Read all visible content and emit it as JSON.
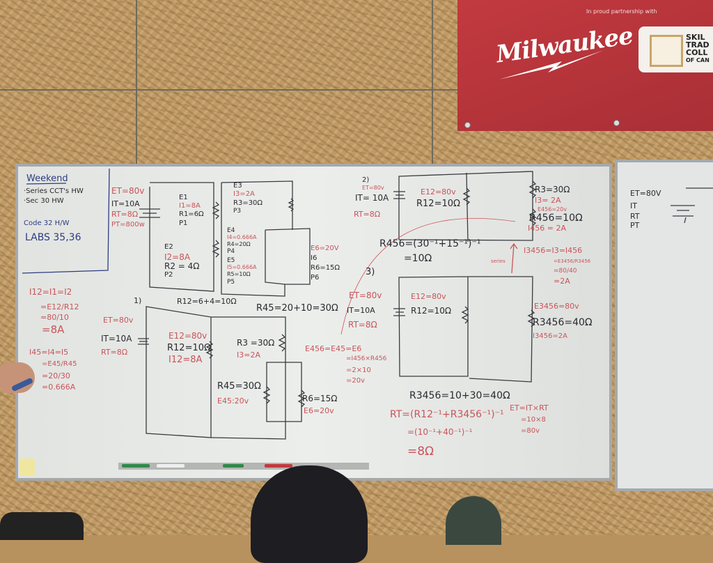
{
  "banner": {
    "tagline": "In proud partnership with",
    "brand_logo": "Milwaukee",
    "partner_logo_lines": [
      "SKIL",
      "TRAD",
      "COLL",
      "OF CAN"
    ]
  },
  "board": {
    "agenda": [
      {
        "text": "Weekend",
        "color": "blue"
      },
      {
        "text": "·Series CCT's HW",
        "color": "black"
      },
      {
        "text": "·Sec 30 HW",
        "color": "black"
      },
      {
        "text": "Code 32 H/W",
        "color": "blue"
      },
      {
        "text": "LABS 35,36",
        "color": "blue"
      }
    ],
    "top_circuit": [
      {
        "text": "ET=80v",
        "color": "red"
      },
      {
        "text": "IT=10A",
        "color": "black"
      },
      {
        "text": "RT=8Ω",
        "color": "red"
      },
      {
        "text": "PT=800w",
        "color": "red"
      },
      {
        "text": "E1",
        "color": "black"
      },
      {
        "text": "I1=8A",
        "color": "red"
      },
      {
        "text": "R1=6Ω",
        "color": "black"
      },
      {
        "text": "P1",
        "color": "black"
      },
      {
        "text": "E2",
        "color": "black"
      },
      {
        "text": "I2=8A",
        "color": "red"
      },
      {
        "text": "R2 = 4Ω",
        "color": "black"
      },
      {
        "text": "P2",
        "color": "black"
      },
      {
        "text": "E3",
        "color": "black"
      },
      {
        "text": "I3=2A",
        "color": "red"
      },
      {
        "text": "R3=30Ω",
        "color": "black"
      },
      {
        "text": "P3",
        "color": "black"
      },
      {
        "text": "E4",
        "color": "black"
      },
      {
        "text": "I4=0.666A",
        "color": "red"
      },
      {
        "text": "R4=20Ω",
        "color": "black"
      },
      {
        "text": "P4",
        "color": "black"
      },
      {
        "text": "E5",
        "color": "black"
      },
      {
        "text": "I5=0.666A",
        "color": "red"
      },
      {
        "text": "R5=10Ω",
        "color": "black"
      },
      {
        "text": "P5",
        "color": "black"
      },
      {
        "text": "E6=20V",
        "color": "red"
      },
      {
        "text": "I6",
        "color": "black"
      },
      {
        "text": "R6=15Ω",
        "color": "black"
      },
      {
        "text": "P6",
        "color": "black"
      }
    ],
    "left_formulas": [
      {
        "text": "I12=I1=I2",
        "color": "red"
      },
      {
        "text": "=E12/R12",
        "color": "red"
      },
      {
        "text": "=80/10",
        "color": "red"
      },
      {
        "text": "=8A",
        "color": "red"
      },
      {
        "text": "I45=I4=I5",
        "color": "red"
      },
      {
        "text": "=E45/R45",
        "color": "red"
      },
      {
        "text": "=20/30",
        "color": "red"
      },
      {
        "text": "=0.666A",
        "color": "red"
      }
    ],
    "circuit_1": [
      {
        "text": "1)",
        "color": "black"
      },
      {
        "text": "R12=6+4=10Ω",
        "color": "black"
      },
      {
        "text": "R45=20+10=30Ω",
        "color": "black"
      },
      {
        "text": "ET=80v",
        "color": "red"
      },
      {
        "text": "IT=10A",
        "color": "black"
      },
      {
        "text": "RT=8Ω",
        "color": "red"
      },
      {
        "text": "E12=80v",
        "color": "red"
      },
      {
        "text": "R12=10Ω",
        "color": "black"
      },
      {
        "text": "I12=8A",
        "color": "red"
      },
      {
        "text": "R3 =30Ω",
        "color": "black"
      },
      {
        "text": "I3=2A",
        "color": "red"
      },
      {
        "text": "R45=30Ω",
        "color": "black"
      },
      {
        "text": "E45:20v",
        "color": "red"
      },
      {
        "text": "R6=15Ω",
        "color": "black"
      },
      {
        "text": "E6=20v",
        "color": "red"
      }
    ],
    "circuit_2": [
      {
        "text": "2)",
        "color": "black"
      },
      {
        "text": "ET=80v",
        "color": "red"
      },
      {
        "text": "IT= 10A",
        "color": "black"
      },
      {
        "text": "RT=8Ω",
        "color": "red"
      },
      {
        "text": "E12=80v",
        "color": "red"
      },
      {
        "text": "R12=10Ω",
        "color": "black"
      },
      {
        "text": "R3=30Ω",
        "color": "black"
      },
      {
        "text": "I3= 2A",
        "color": "red"
      },
      {
        "text": "E456=20v",
        "color": "red"
      },
      {
        "text": "R456=10Ω",
        "color": "black"
      },
      {
        "text": "I456 = 2A",
        "color": "red"
      },
      {
        "text": "R456=(30⁻¹+15⁻¹)⁻¹",
        "color": "black"
      },
      {
        "text": "=10Ω",
        "color": "black"
      },
      {
        "text": "series",
        "color": "red"
      },
      {
        "text": "I3456=I3=I456",
        "color": "red"
      },
      {
        "text": "=E3456/R3456",
        "color": "red"
      },
      {
        "text": "=80/40",
        "color": "red"
      },
      {
        "text": "=2A",
        "color": "red"
      }
    ],
    "circuit_3": [
      {
        "text": "3)",
        "color": "black"
      },
      {
        "text": "ET=80v",
        "color": "red"
      },
      {
        "text": "IT=10A",
        "color": "black"
      },
      {
        "text": "RT=8Ω",
        "color": "red"
      },
      {
        "text": "E12=80v",
        "color": "red"
      },
      {
        "text": "R12=10Ω",
        "color": "black"
      },
      {
        "text": "E3456=80v",
        "color": "red"
      },
      {
        "text": "R3456=40Ω",
        "color": "black"
      },
      {
        "text": "I3456=2A",
        "color": "red"
      },
      {
        "text": "E456=E45=E6",
        "color": "red"
      },
      {
        "text": "=I456×R456",
        "color": "red"
      },
      {
        "text": "=2×10",
        "color": "red"
      },
      {
        "text": "=20v",
        "color": "red"
      },
      {
        "text": "R3456=10+30=40Ω",
        "color": "black"
      },
      {
        "text": "RT=(R12⁻¹+R3456⁻¹)⁻¹",
        "color": "red"
      },
      {
        "text": "=(10⁻¹+40⁻¹)⁻¹",
        "color": "red"
      },
      {
        "text": "=8Ω",
        "color": "red"
      },
      {
        "text": "ET=IT×RT",
        "color": "red"
      },
      {
        "text": "=10×8",
        "color": "red"
      },
      {
        "text": "=80v",
        "color": "red"
      }
    ],
    "right_board": [
      {
        "text": "ET=80V",
        "color": "black"
      },
      {
        "text": "IT",
        "color": "black"
      },
      {
        "text": "RT",
        "color": "black"
      },
      {
        "text": "PT",
        "color": "black"
      }
    ]
  }
}
